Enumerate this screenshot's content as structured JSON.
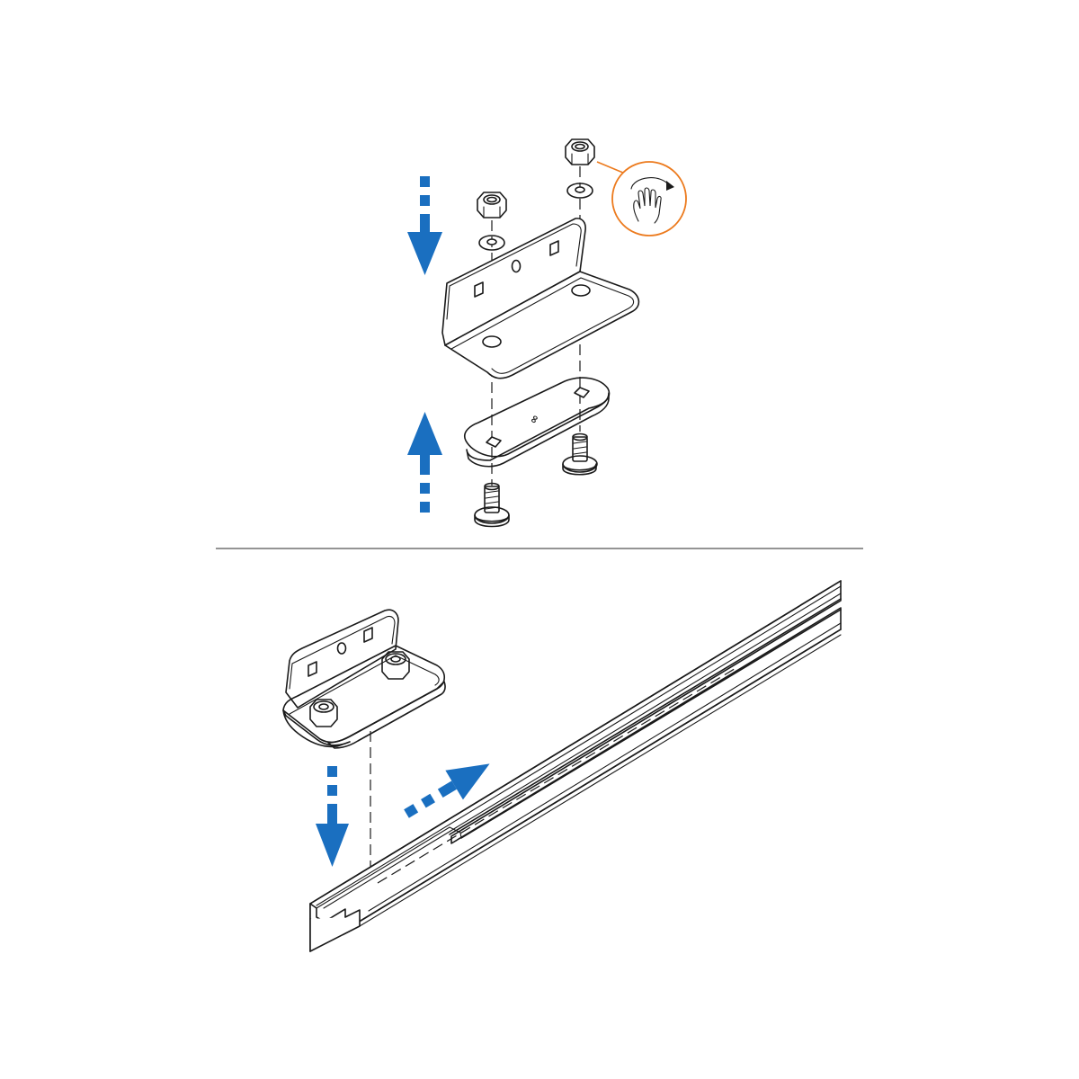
{
  "colors": {
    "part_fill": "#5b93cf",
    "part_fill_dark": "#3d78b8",
    "arrow": "#1a6fc0",
    "callout": "#ec7a1d",
    "outline": "#1a1a1a",
    "divider": "#555555",
    "background": "#ffffff"
  },
  "icons": {
    "tighten_callout": "hand-rotate-icon",
    "direction_arrows": "dotted-arrow-icon"
  },
  "top_panel": {
    "step": "assemble-bracket",
    "parts": [
      "bracket",
      "clamp-plate",
      "nut",
      "washer",
      "carriage-bolt"
    ]
  },
  "bottom_panel": {
    "step": "slide-bracket-into-rail",
    "parts": [
      "assembled-bracket",
      "c-rail"
    ]
  }
}
